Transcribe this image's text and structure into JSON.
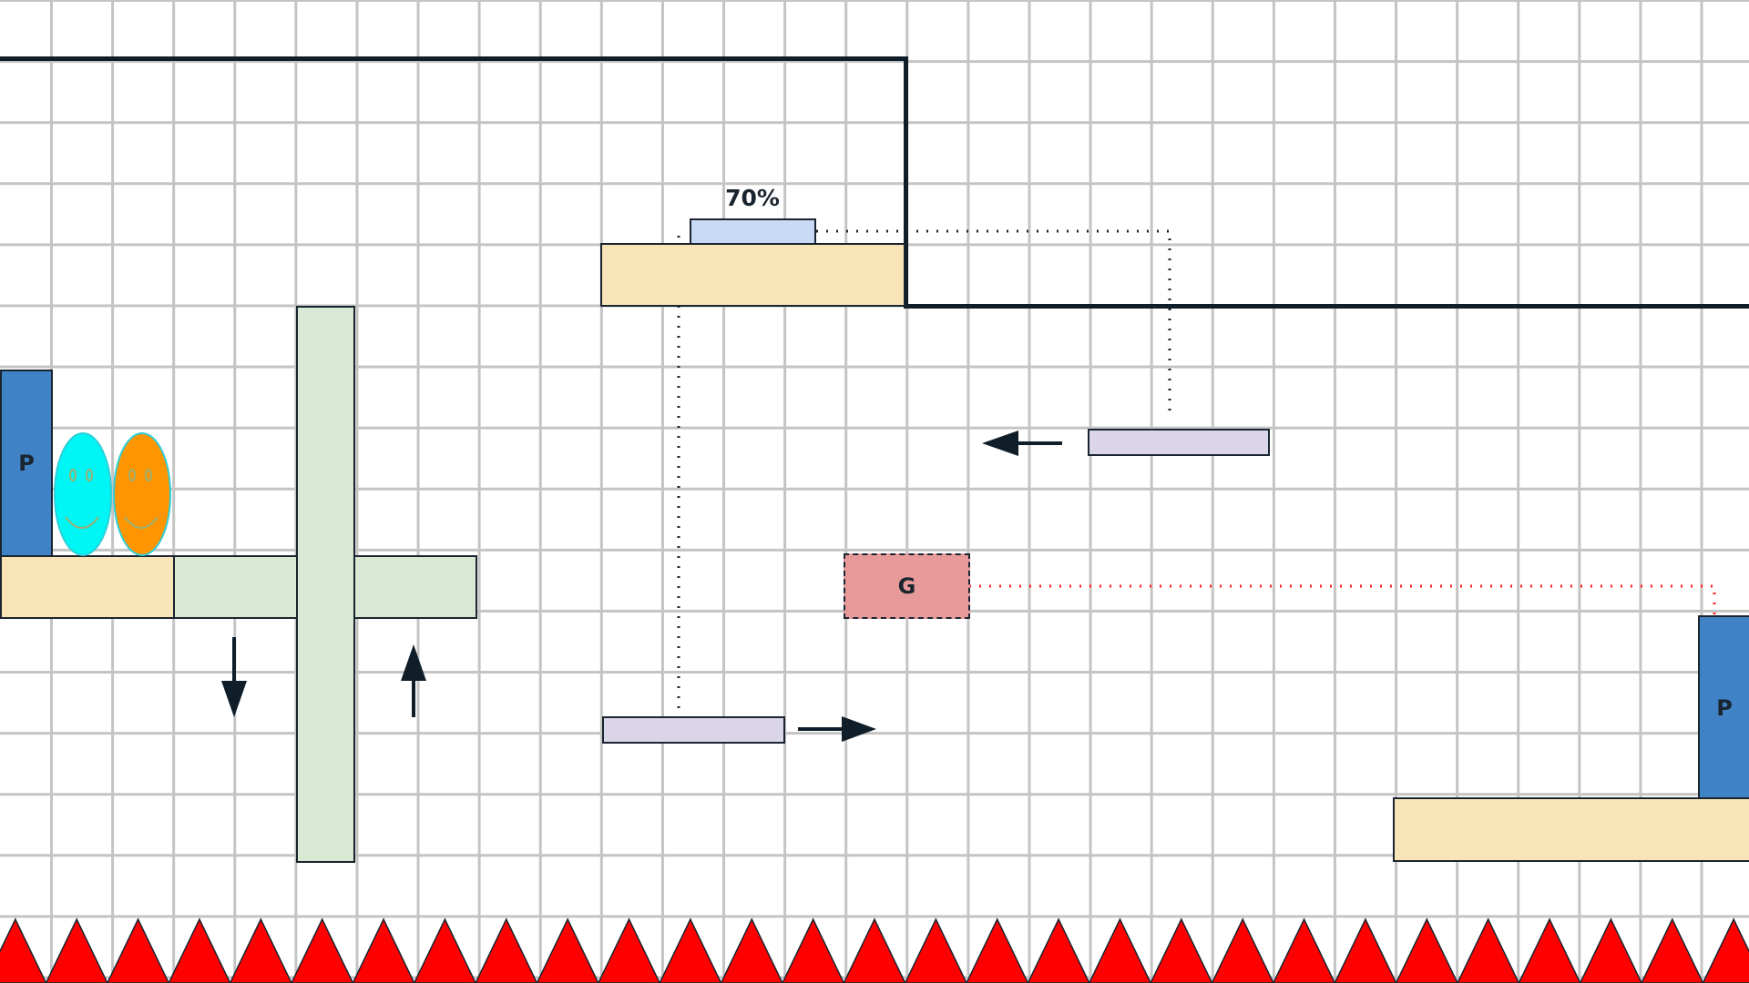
{
  "level": {
    "colors": {
      "grid_line": "#c4c4c4",
      "wall": "#0f1e29",
      "platform": "#f8e4b6",
      "rotator": "#d8e8d3",
      "mover": "#dbd5ea",
      "pressure_pad": "#c8daf5",
      "player": "#3f82c5",
      "goal": "#e89a9a",
      "spike": "#ff0000",
      "link_dotted": "#1a2530",
      "goal_link_dotted": "#ff2020"
    },
    "pressure_pad": {
      "label": "70%"
    },
    "players": [
      {
        "label": "P"
      },
      {
        "label": "P"
      }
    ],
    "goal": {
      "label": "G"
    },
    "creatures": [
      {
        "icon": "cyan-smiley-creature-icon",
        "color": "#00f5f5"
      },
      {
        "icon": "orange-smiley-creature-icon",
        "color": "#ff9500"
      }
    ],
    "arrows": [
      {
        "icon": "arrow-down-icon"
      },
      {
        "icon": "arrow-up-icon"
      },
      {
        "icon": "arrow-left-icon"
      },
      {
        "icon": "arrow-right-icon"
      }
    ],
    "hazard": {
      "icon": "spike-row-icon",
      "count": 29
    }
  }
}
